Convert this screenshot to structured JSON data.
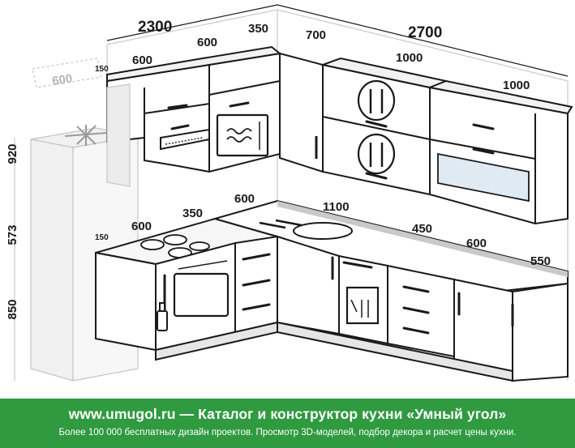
{
  "dimensions": {
    "top_left_total": "2300",
    "top_right_total": "2700",
    "upper_left_600a": "600",
    "upper_left_600b": "600",
    "upper_350": "350",
    "upper_700": "700",
    "upper_1000a": "1000",
    "upper_1000b": "1000",
    "side_150_top": "150",
    "fridge_depth_600": "600",
    "height_920": "920",
    "height_573": "573",
    "height_850": "850",
    "side_150_bottom": "150",
    "lower_600_left": "600",
    "lower_350": "350",
    "lower_600_corner": "600",
    "lower_1100": "1100",
    "lower_450": "450",
    "lower_600_right": "600",
    "lower_550": "550"
  },
  "footer": {
    "title": "www.umugol.ru — Каталог и конструктор кухни «Умный угол»",
    "subtitle": "Более 100 000 бесплатных дизайн проектов. Просмотр 3D-моделей, подбор декора и расчет цены кухни."
  },
  "colors": {
    "footer_bg": "#2f9a3f",
    "line": "#1a1a1a",
    "shadow": "#dcdcdc"
  }
}
